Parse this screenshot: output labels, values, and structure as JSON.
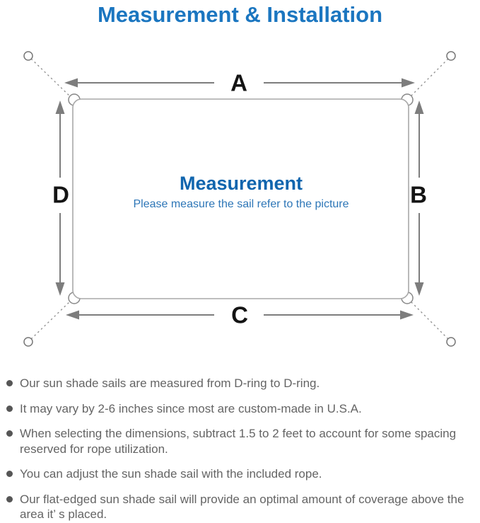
{
  "page": {
    "title": "Measurement & Installation",
    "colors": {
      "title": "#1B76C0",
      "background": "#FFFFFF"
    }
  },
  "diagram": {
    "dimension_labels": {
      "top": "A",
      "right": "B",
      "bottom": "C",
      "left": "D"
    },
    "center": {
      "heading": "Measurement",
      "subheading": "Please measure the sail refer to the picture"
    },
    "colors": {
      "dimension_label": "#141414",
      "arrow": "#7D7D7D",
      "sail_border": "#A8A8A8",
      "d_ring": "#888888",
      "anchor_point": "#787878",
      "rope_dash": "#8C8C8C",
      "center_heading": "#1065AE",
      "center_subheading": "#2D76B7"
    }
  },
  "notes": {
    "colors": {
      "text": "#646464",
      "bullet": "#565656"
    },
    "items": [
      "Our sun shade sails are measured from D-ring to D-ring.",
      "It may vary by 2-6 inches since most are custom-made in U.S.A.",
      "When selecting the dimensions, subtract 1.5 to 2 feet to account for some spacing reserved for rope utilization.",
      "You can adjust the sun shade sail with the included rope.",
      "Our flat-edged sun shade sail will provide an optimal amount of coverage above the area it’ s placed."
    ]
  }
}
